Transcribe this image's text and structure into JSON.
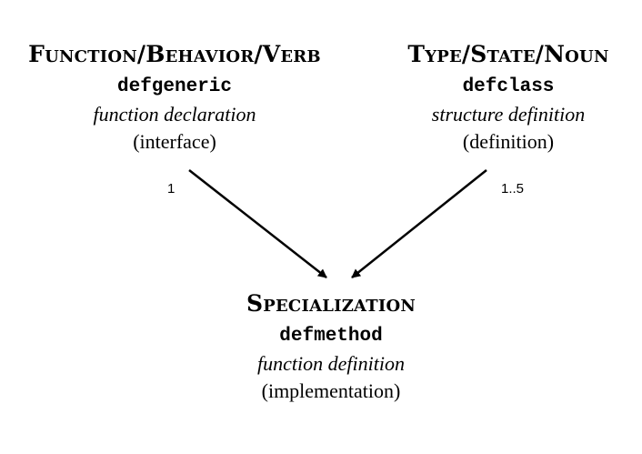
{
  "nodes": {
    "function": {
      "heading": "Function/Behavior/Verb",
      "keyword": "defgeneric",
      "description": "function declaration",
      "role": "(interface)"
    },
    "type": {
      "heading": "Type/State/Noun",
      "keyword": "defclass",
      "description": "structure definition",
      "role": "(definition)"
    },
    "specialization": {
      "heading": "Specialization",
      "keyword": "defmethod",
      "description": "function definition",
      "role": "(implementation)"
    }
  },
  "edges": {
    "function_to_specialization": {
      "multiplicity": "1"
    },
    "type_to_specialization": {
      "multiplicity": "1..5"
    }
  }
}
